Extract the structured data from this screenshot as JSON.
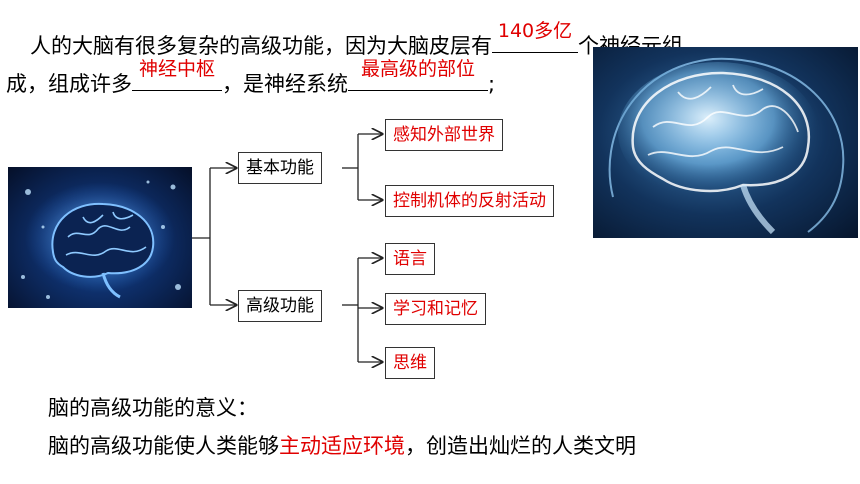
{
  "intro": {
    "line1_a": "人的大脑有很多复杂的高级功能，因为大脑皮层有",
    "blank1": "140多亿",
    "line1_b": "个神经元组",
    "line2_a": "成，组成许多",
    "blank2": "神经中枢",
    "line2_b": "，是神经系统",
    "blank3": "最高级的部位",
    "line2_c": ";"
  },
  "tree": {
    "basic": {
      "label": "基本功能",
      "children": [
        "感知外部世界",
        "控制机体的反射活动"
      ]
    },
    "advanced": {
      "label": "高级功能",
      "children": [
        "语言",
        "学习和记忆",
        "思维"
      ]
    }
  },
  "meaning": {
    "heading": "脑的高级功能的意义：",
    "sentence_a": "脑的高级功能使人类能够",
    "highlight": "主动适应环境",
    "sentence_b": "，创造出灿烂的人类文明"
  },
  "colors": {
    "answer": "#e00000",
    "brain_glow": "#4aa8ff",
    "brain_bg_dark": "#0a1a3a"
  }
}
